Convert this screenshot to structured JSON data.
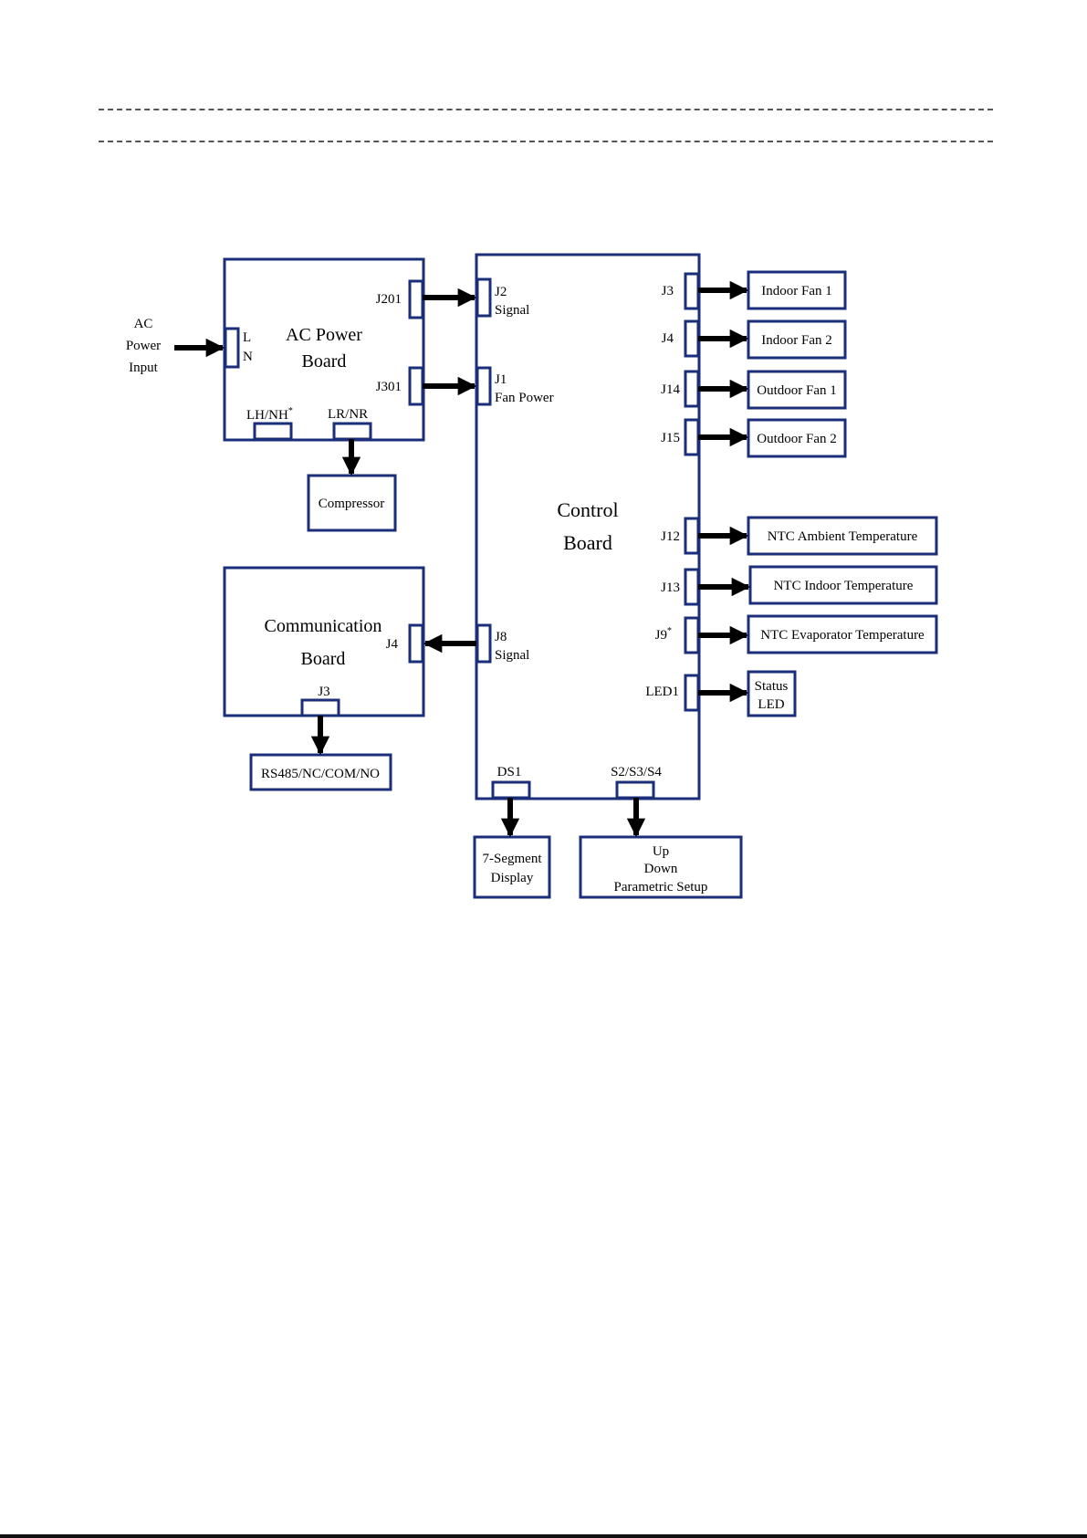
{
  "colors": {
    "box": "#1a2e7a",
    "arrow": "#000000",
    "rule": "#555555"
  },
  "ac_input": {
    "line1": "AC",
    "line2": "Power",
    "line3": "Input"
  },
  "ac_power_board": {
    "title1": "AC Power",
    "title2": "Board",
    "pin_l": "L",
    "pin_n": "N",
    "j201": "J201",
    "j301": "J301",
    "lh_nh": "LH/NH",
    "lh_nh_mark": "*",
    "lr_nr": "LR/NR"
  },
  "compressor": "Compressor",
  "communication_board": {
    "title1": "Communication",
    "title2": "Board",
    "j4": "J4",
    "j3": "J3"
  },
  "rs485": "RS485/NC/COM/NO",
  "control_board": {
    "title1": "Control",
    "title2": "Board",
    "j2": "J2",
    "j2_sub": "Signal",
    "j1": "J1",
    "j1_sub": "Fan Power",
    "j8": "J8",
    "j8_sub": "Signal",
    "ds1": "DS1",
    "s234": "S2/S3/S4",
    "j3": "J3",
    "j4": "J4",
    "j14": "J14",
    "j15": "J15",
    "j12": "J12",
    "j13": "J13",
    "j9": "J9",
    "j9_mark": "*",
    "led1": "LED1"
  },
  "outputs": {
    "indoor_fan_1": "Indoor Fan 1",
    "indoor_fan_2": "Indoor Fan 2",
    "outdoor_fan_1": "Outdoor Fan 1",
    "outdoor_fan_2": "Outdoor Fan 2",
    "ntc_ambient": "NTC Ambient Temperature",
    "ntc_indoor": "NTC Indoor Temperature",
    "ntc_evaporator": "NTC Evaporator Temperature",
    "status_led_1": "Status",
    "status_led_2": "LED"
  },
  "seven_segment": {
    "line1": "7-Segment",
    "line2": "Display"
  },
  "keys": {
    "line1": "Up",
    "line2": "Down",
    "line3": "Parametric Setup"
  }
}
